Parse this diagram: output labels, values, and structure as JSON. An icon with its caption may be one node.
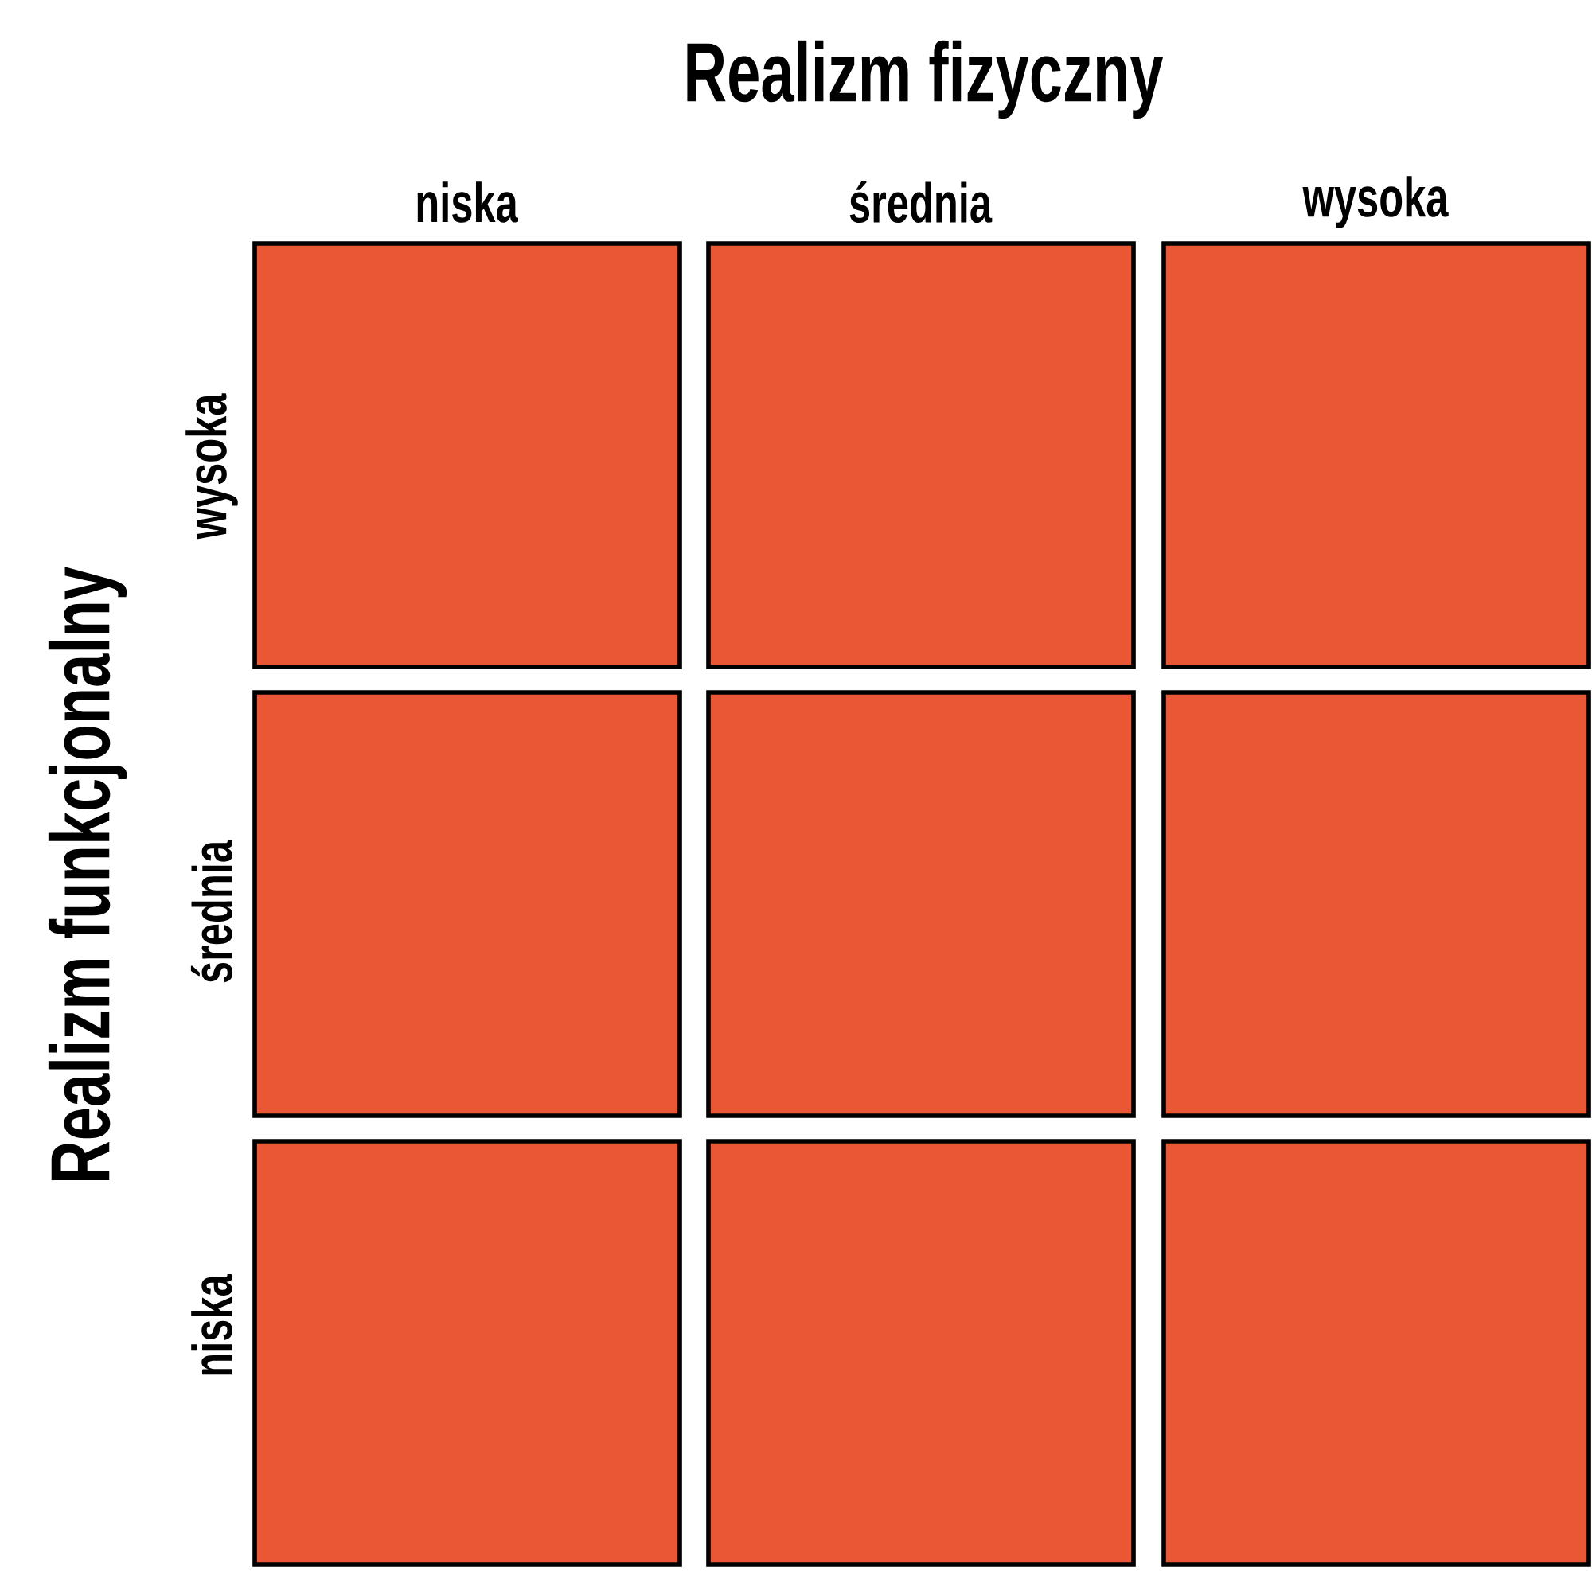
{
  "diagram": {
    "nodes": [
      {
        "text": [],
        "shape": "box"
      },
      {
        "text": [],
        "shape": "box"
      },
      {
        "text": [],
        "shape": "box"
      },
      {
        "text": [],
        "shape": "box"
      },
      {
        "text": [],
        "shape": "box"
      },
      {
        "text": [],
        "shape": "box"
      },
      {
        "text": [],
        "shape": "box"
      },
      {
        "text": [],
        "shape": "box"
      },
      {
        "text": [],
        "shape": "box"
      }
    ],
    "labels": [
      "Realizm fizyczny",
      "niska",
      "średnia",
      "wysoka",
      "Realizm funkcjonalny",
      "wysoka",
      "średnia",
      "niska"
    ]
  }
}
